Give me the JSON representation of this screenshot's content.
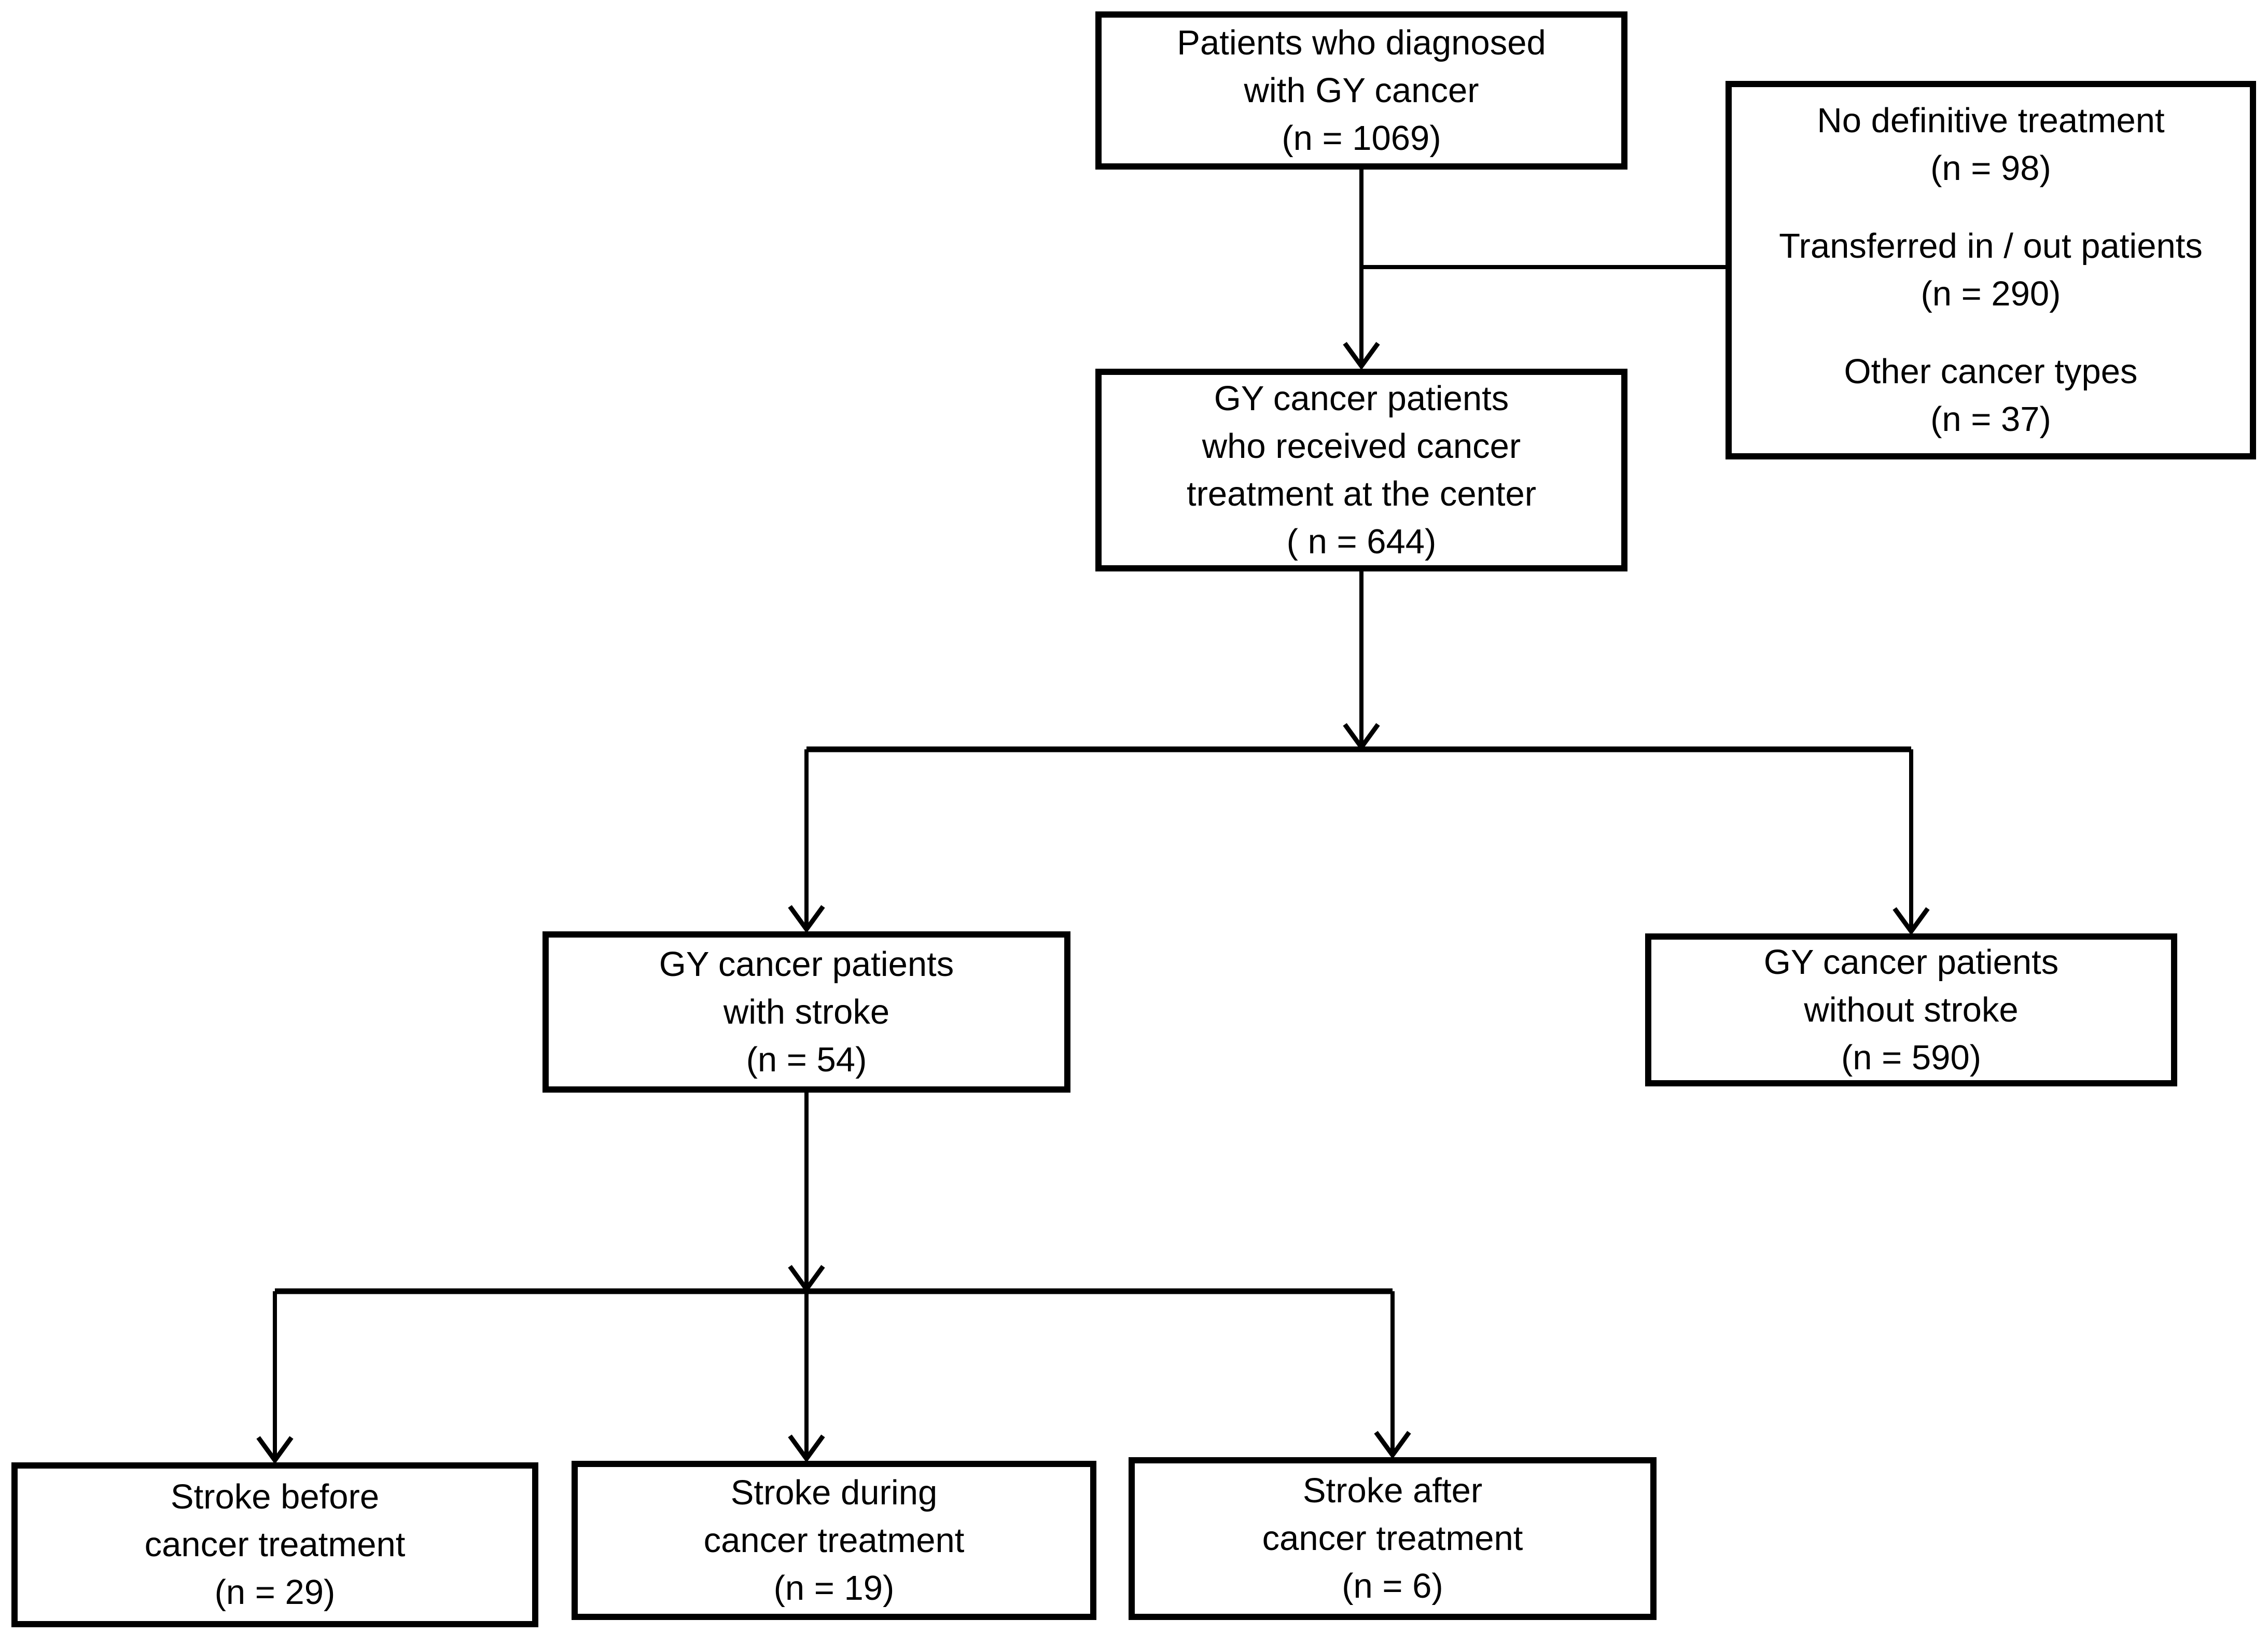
{
  "figure": {
    "background_color": "#ffffff",
    "line_color": "#000000",
    "boxes": {
      "diagnosed": {
        "lines": [
          "Patients who diagnosed",
          "with GY cancer",
          "(n = 1069)"
        ]
      },
      "exclusions": {
        "items": [
          {
            "lines": [
              "No definitive treatment",
              "(n = 98)"
            ]
          },
          {
            "lines": [
              "Transferred in / out patients",
              "(n = 290)"
            ]
          },
          {
            "lines": [
              "Other cancer types",
              "(n = 37)"
            ]
          }
        ]
      },
      "treated": {
        "lines": [
          "GY cancer patients",
          "who received cancer",
          "treatment at the center",
          "( n = 644)"
        ]
      },
      "with_stroke": {
        "lines": [
          "GY cancer patients",
          "with stroke",
          "(n = 54)"
        ]
      },
      "without_stroke": {
        "lines": [
          "GY cancer patients",
          "without stroke",
          "(n = 590)"
        ]
      },
      "stroke_before": {
        "lines": [
          "Stroke before",
          "cancer treatment",
          "(n = 29)"
        ]
      },
      "stroke_during": {
        "lines": [
          "Stroke during",
          "cancer treatment",
          "(n = 19)"
        ]
      },
      "stroke_after": {
        "lines": [
          "Stroke after",
          "cancer treatment",
          "(n = 6)"
        ]
      }
    }
  }
}
